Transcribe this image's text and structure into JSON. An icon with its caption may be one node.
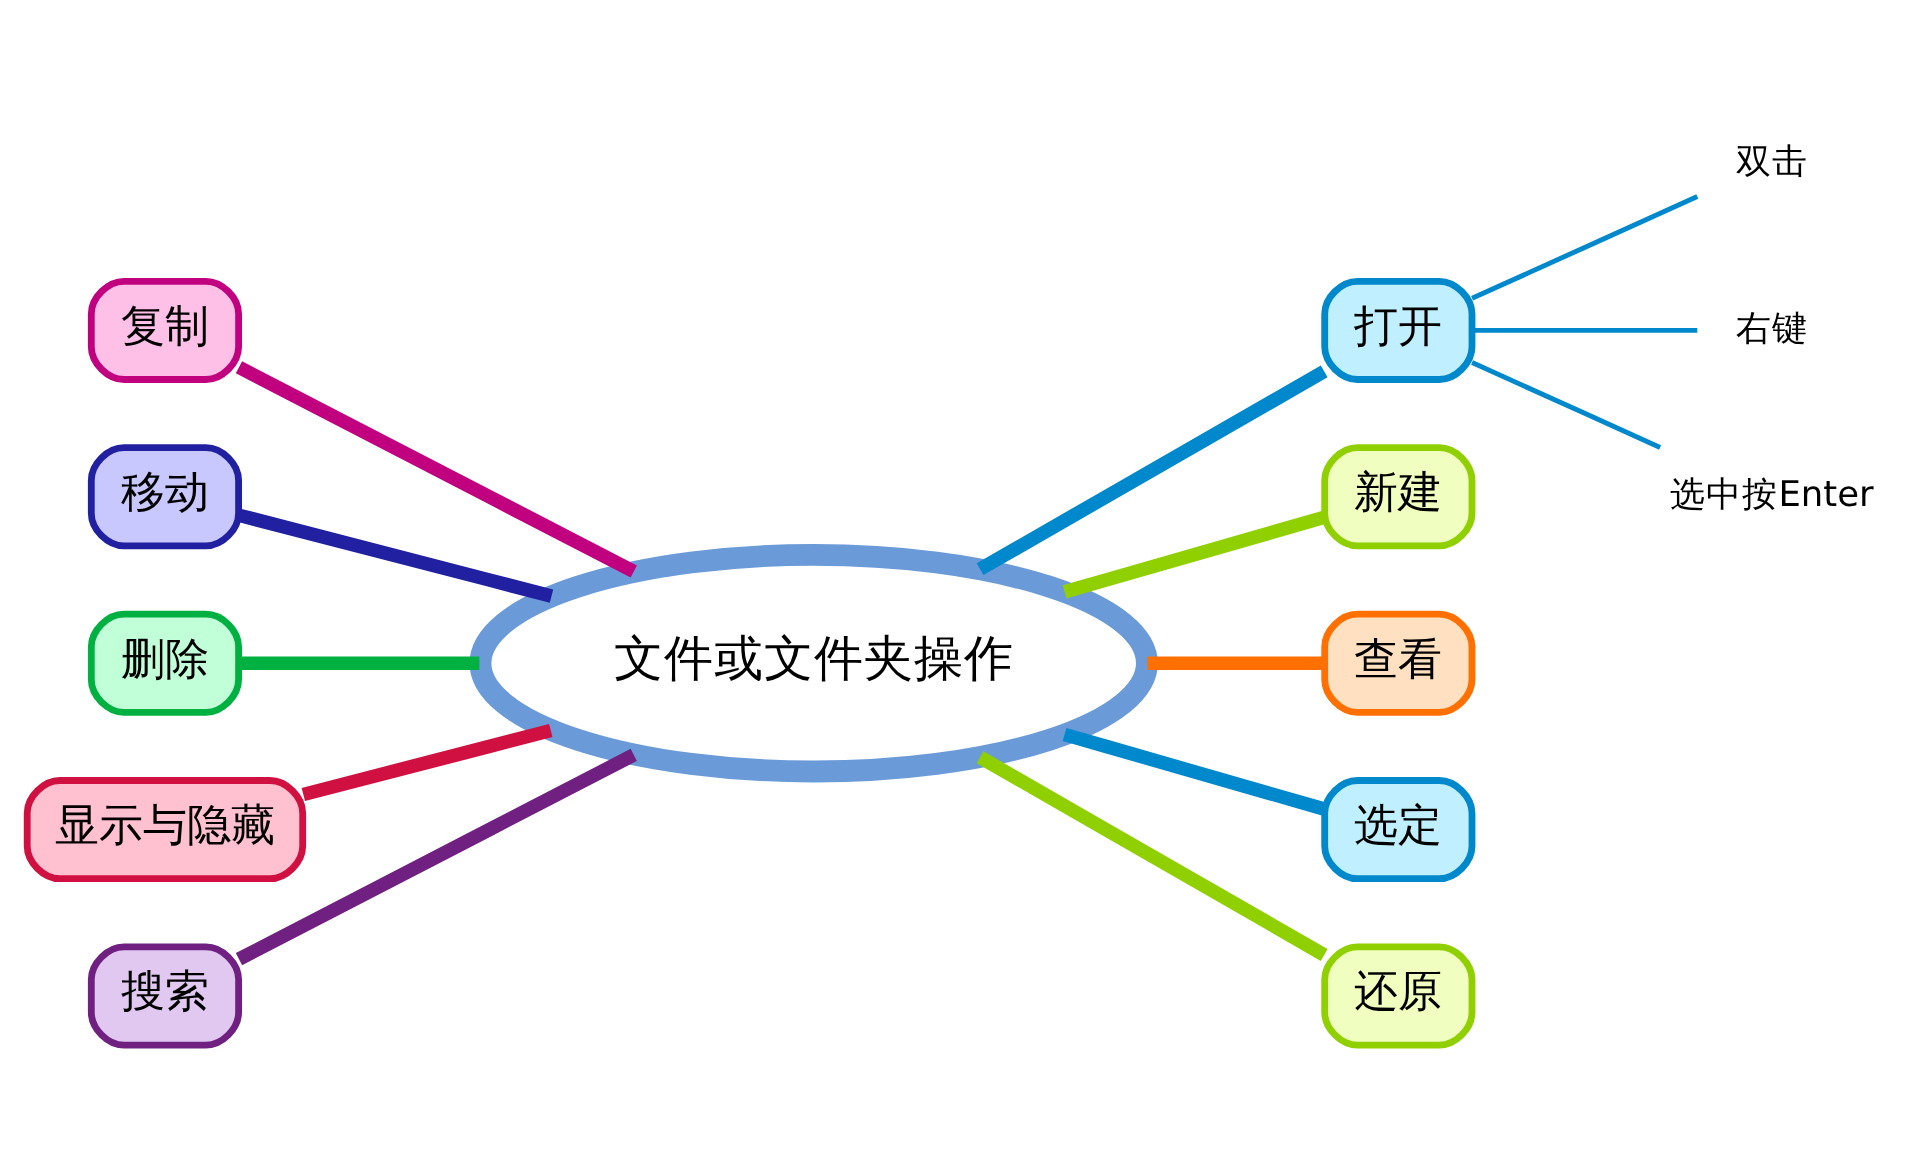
{
  "diagram": {
    "nodes": [
      {
        "text": [
          "文件或文件夹操作"
        ]
      },
      {
        "text": [
          "复制"
        ]
      },
      {
        "text": [
          "移动"
        ]
      },
      {
        "text": [
          "删除"
        ]
      },
      {
        "text": [
          "显示与隐藏"
        ]
      },
      {
        "text": [
          "搜索"
        ]
      },
      {
        "text": [
          "打开"
        ]
      },
      {
        "text": [
          "新建"
        ]
      },
      {
        "text": [
          "查看"
        ]
      },
      {
        "text": [
          "选定"
        ]
      },
      {
        "text": [
          "还原"
        ]
      },
      {
        "text": [
          "双击"
        ]
      },
      {
        "text": [
          "右键"
        ]
      },
      {
        "text": [
          "选中按Enter"
        ]
      }
    ],
    "edges": [
      {
        "from": 1,
        "to": 0,
        "arrow": "none",
        "color": "#c0007f"
      },
      {
        "from": 2,
        "to": 0,
        "arrow": "none",
        "color": "#2020a0"
      },
      {
        "from": 3,
        "to": 0,
        "arrow": "none",
        "color": "#00b040"
      },
      {
        "from": 4,
        "to": 0,
        "arrow": "none",
        "color": "#d01040"
      },
      {
        "from": 5,
        "to": 0,
        "arrow": "none",
        "color": "#702080"
      },
      {
        "from": 0,
        "to": 6,
        "arrow": "none",
        "color": "#0088cc"
      },
      {
        "from": 0,
        "to": 7,
        "arrow": "none",
        "color": "#90d000"
      },
      {
        "from": 0,
        "to": 8,
        "arrow": "none",
        "color": "#ff7000"
      },
      {
        "from": 0,
        "to": 9,
        "arrow": "none",
        "color": "#0088cc"
      },
      {
        "from": 0,
        "to": 10,
        "arrow": "none",
        "color": "#90d000"
      },
      {
        "from": 6,
        "to": 11,
        "arrow": "none",
        "color": "#0088cc"
      },
      {
        "from": 6,
        "to": 12,
        "arrow": "none",
        "color": "#0088cc"
      },
      {
        "from": 6,
        "to": 13,
        "arrow": "none",
        "color": "#0088cc"
      }
    ]
  }
}
